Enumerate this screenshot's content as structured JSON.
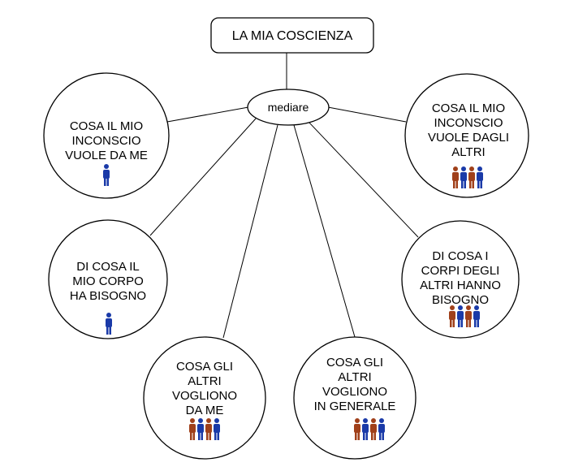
{
  "title": "LA MIA COSCIENZA",
  "center": "mediare",
  "nodes": [
    {
      "lines": [
        "COSA IL MIO",
        "INCONSCIO",
        "VUOLE DA ME"
      ],
      "people": "single"
    },
    {
      "lines": [
        "DI COSA IL",
        "MIO CORPO",
        "HA BISOGNO"
      ],
      "people": "single"
    },
    {
      "lines": [
        "COSA GLI",
        "ALTRI",
        "VOGLIONO",
        "DA ME"
      ],
      "people": "group"
    },
    {
      "lines": [
        "COSA GLI",
        "ALTRI",
        "VOGLIONO",
        "IN GENERALE"
      ],
      "people": "group"
    },
    {
      "lines": [
        "DI COSA I",
        "CORPI DEGLI",
        "ALTRI HANNO",
        "BISOGNO"
      ],
      "people": "group"
    },
    {
      "lines": [
        "COSA IL MIO",
        "INCONSCIO",
        "VUOLE DAGLI",
        "ALTRI"
      ],
      "people": "group"
    }
  ],
  "colors": {
    "person_blue": "#1a3aa8",
    "person_brown": "#a0401a"
  }
}
